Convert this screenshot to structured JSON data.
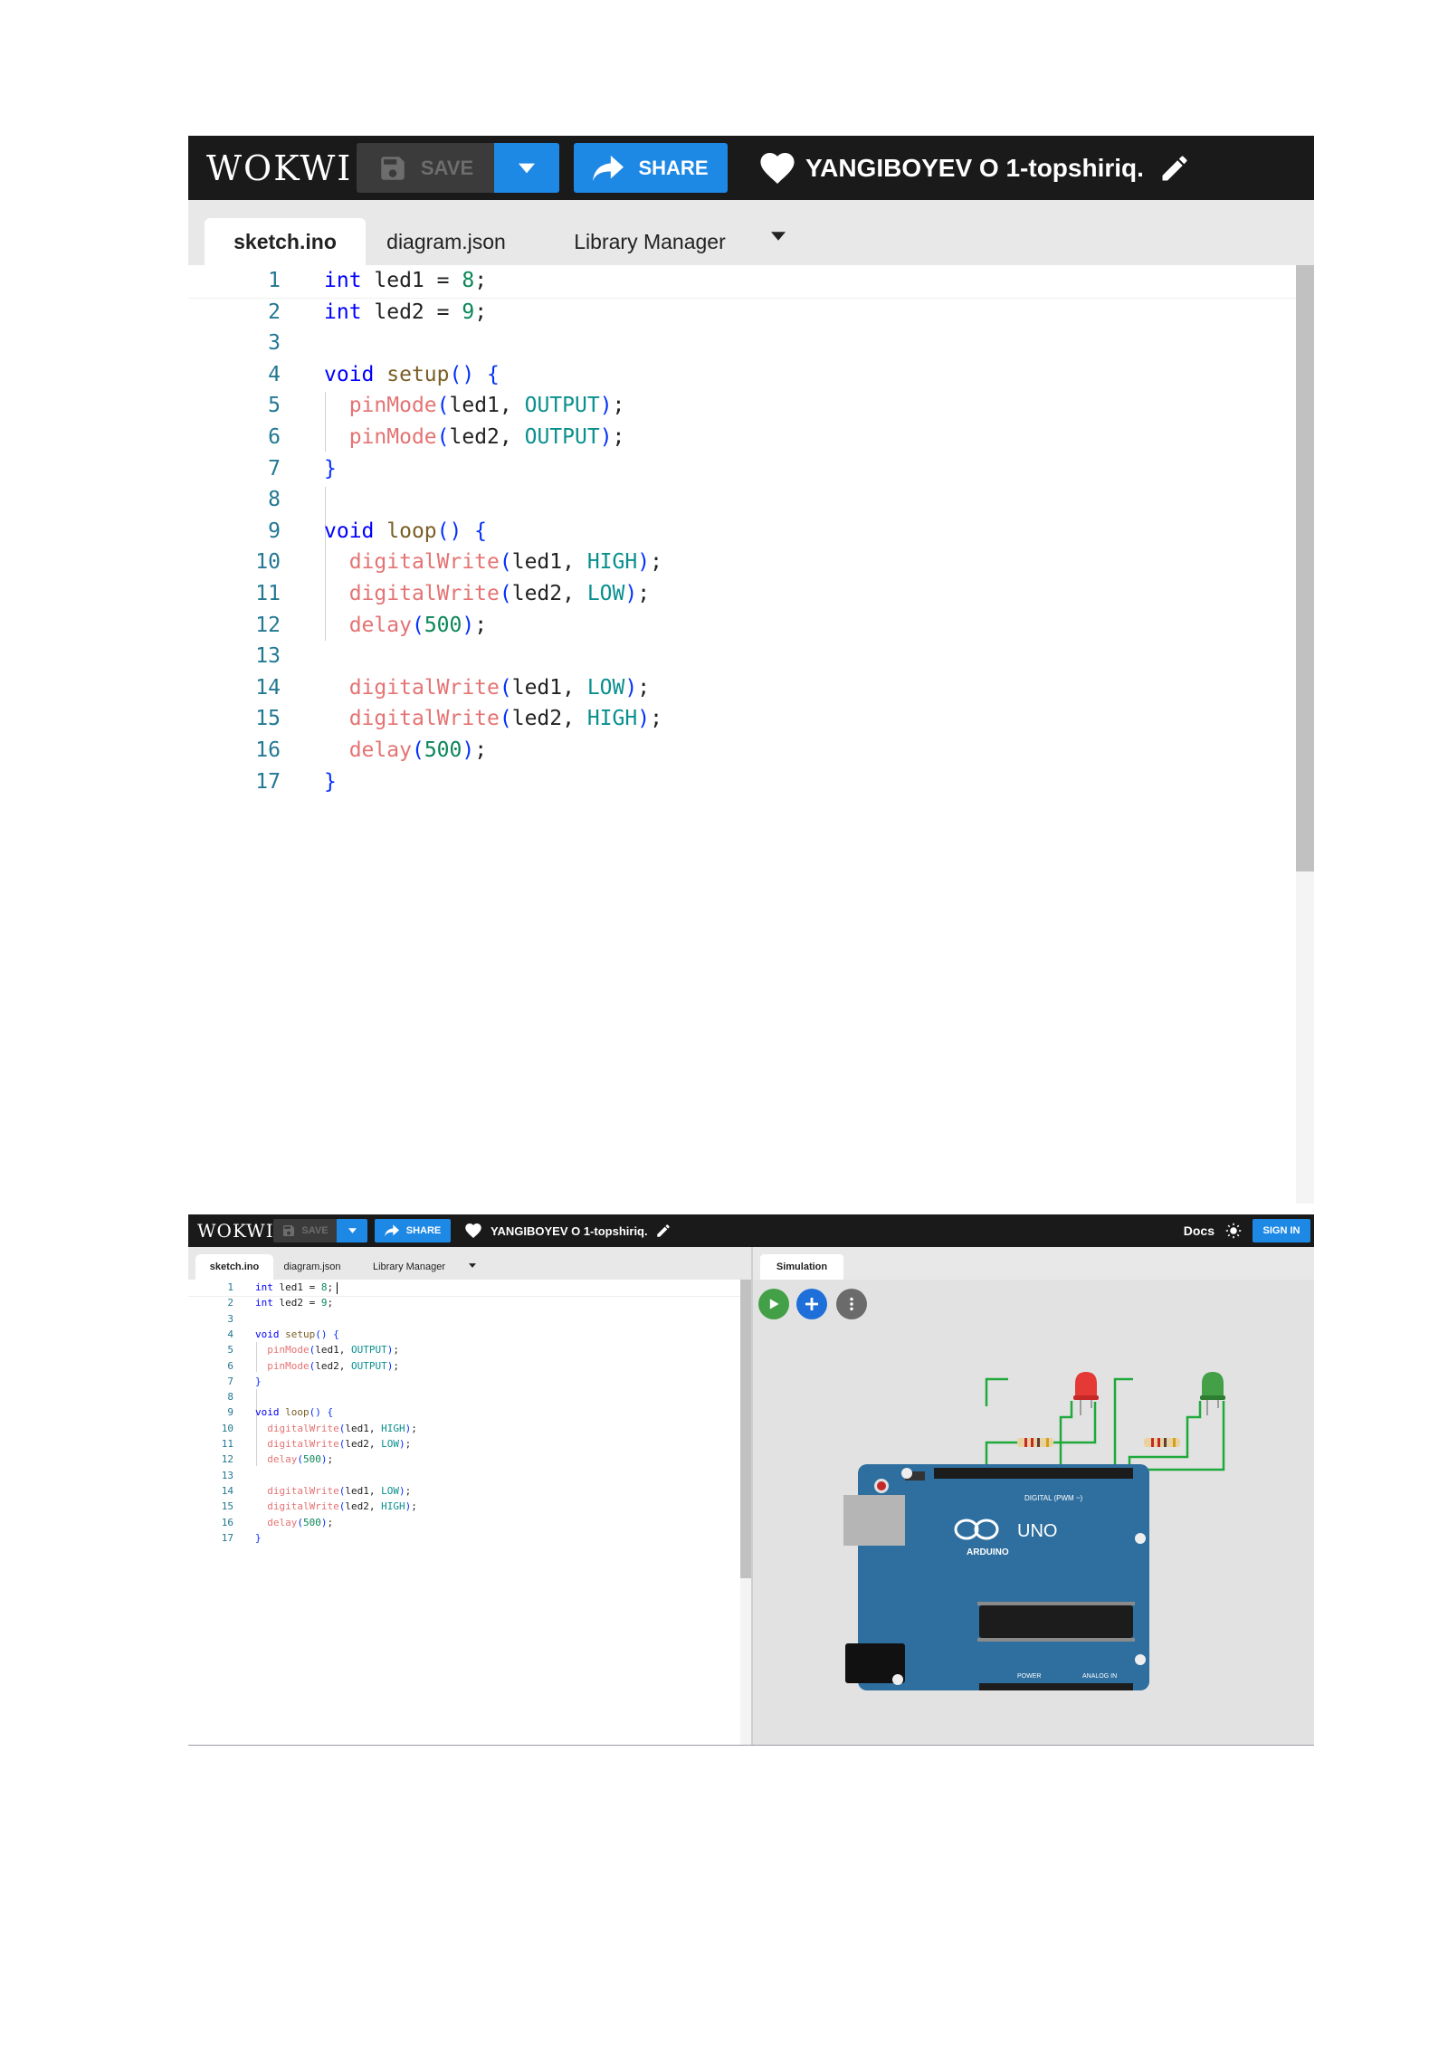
{
  "app": {
    "logo": "WOKWI",
    "save_label": "SAVE",
    "share_label": "SHARE",
    "project_title": "YANGIBOYEV O 1-topshiriq.",
    "docs_label": "Docs",
    "signin_label": "SIGN IN"
  },
  "tabs": [
    {
      "label": "sketch.ino",
      "active": true
    },
    {
      "label": "diagram.json",
      "active": false
    },
    {
      "label": "Library Manager",
      "active": false
    }
  ],
  "simulation": {
    "tab_label": "Simulation",
    "board_label": "UNO",
    "board_brand": "ARDUINO",
    "board_pin_labels": [
      "DIGITAL (PWM ~)",
      "POWER",
      "ANALOG IN"
    ]
  },
  "code_lines": [
    {
      "n": "1",
      "tokens": [
        [
          "kw",
          "int"
        ],
        [
          "tx",
          " led1 = "
        ],
        [
          "nm",
          "8"
        ],
        [
          "tx",
          ";"
        ]
      ]
    },
    {
      "n": "2",
      "tokens": [
        [
          "kw",
          "int"
        ],
        [
          "tx",
          " led2 = "
        ],
        [
          "nm",
          "9"
        ],
        [
          "tx",
          ";"
        ]
      ]
    },
    {
      "n": "3",
      "tokens": []
    },
    {
      "n": "4",
      "tokens": [
        [
          "kw",
          "void"
        ],
        [
          "tx",
          " "
        ],
        [
          "fn",
          "setup"
        ],
        [
          "br",
          "() {"
        ]
      ]
    },
    {
      "n": "5",
      "tokens": [
        [
          "tx",
          "  "
        ],
        [
          "bi",
          "pinMode"
        ],
        [
          "br",
          "("
        ],
        [
          "tx",
          "led1, "
        ],
        [
          "cn",
          "OUTPUT"
        ],
        [
          "br",
          ")"
        ],
        [
          "tx",
          ";"
        ]
      ]
    },
    {
      "n": "6",
      "tokens": [
        [
          "tx",
          "  "
        ],
        [
          "bi",
          "pinMode"
        ],
        [
          "br",
          "("
        ],
        [
          "tx",
          "led2, "
        ],
        [
          "cn",
          "OUTPUT"
        ],
        [
          "br",
          ")"
        ],
        [
          "tx",
          ";"
        ]
      ]
    },
    {
      "n": "7",
      "tokens": [
        [
          "br",
          "}"
        ]
      ]
    },
    {
      "n": "8",
      "tokens": []
    },
    {
      "n": "9",
      "tokens": [
        [
          "kw",
          "void"
        ],
        [
          "tx",
          " "
        ],
        [
          "fn",
          "loop"
        ],
        [
          "br",
          "() {"
        ]
      ]
    },
    {
      "n": "10",
      "tokens": [
        [
          "tx",
          "  "
        ],
        [
          "bi",
          "digitalWrite"
        ],
        [
          "br",
          "("
        ],
        [
          "tx",
          "led1, "
        ],
        [
          "cn",
          "HIGH"
        ],
        [
          "br",
          ")"
        ],
        [
          "tx",
          ";"
        ]
      ]
    },
    {
      "n": "11",
      "tokens": [
        [
          "tx",
          "  "
        ],
        [
          "bi",
          "digitalWrite"
        ],
        [
          "br",
          "("
        ],
        [
          "tx",
          "led2, "
        ],
        [
          "cn",
          "LOW"
        ],
        [
          "br",
          ")"
        ],
        [
          "tx",
          ";"
        ]
      ]
    },
    {
      "n": "12",
      "tokens": [
        [
          "tx",
          "  "
        ],
        [
          "bi",
          "delay"
        ],
        [
          "br",
          "("
        ],
        [
          "nm",
          "500"
        ],
        [
          "br",
          ")"
        ],
        [
          "tx",
          ";"
        ]
      ]
    },
    {
      "n": "13",
      "tokens": []
    },
    {
      "n": "14",
      "tokens": [
        [
          "tx",
          "  "
        ],
        [
          "bi",
          "digitalWrite"
        ],
        [
          "br",
          "("
        ],
        [
          "tx",
          "led1, "
        ],
        [
          "cn",
          "LOW"
        ],
        [
          "br",
          ")"
        ],
        [
          "tx",
          ";"
        ]
      ]
    },
    {
      "n": "15",
      "tokens": [
        [
          "tx",
          "  "
        ],
        [
          "bi",
          "digitalWrite"
        ],
        [
          "br",
          "("
        ],
        [
          "tx",
          "led2, "
        ],
        [
          "cn",
          "HIGH"
        ],
        [
          "br",
          ")"
        ],
        [
          "tx",
          ";"
        ]
      ]
    },
    {
      "n": "16",
      "tokens": [
        [
          "tx",
          "  "
        ],
        [
          "bi",
          "delay"
        ],
        [
          "br",
          "("
        ],
        [
          "nm",
          "500"
        ],
        [
          "br",
          ")"
        ],
        [
          "tx",
          ";"
        ]
      ]
    },
    {
      "n": "17",
      "tokens": [
        [
          "br",
          "}"
        ]
      ]
    }
  ],
  "colors": {
    "topbar": "#1a1a1a",
    "accent": "#1e88e5",
    "board": "#2f6f9f",
    "led_red": "#e53935",
    "led_green": "#43a047",
    "wire": "#1fa93a"
  },
  "icons": [
    "save-icon",
    "chevron-down-icon",
    "share-icon",
    "heart-icon",
    "pencil-icon",
    "sun-icon",
    "play-icon",
    "plus-icon",
    "more-icon"
  ]
}
